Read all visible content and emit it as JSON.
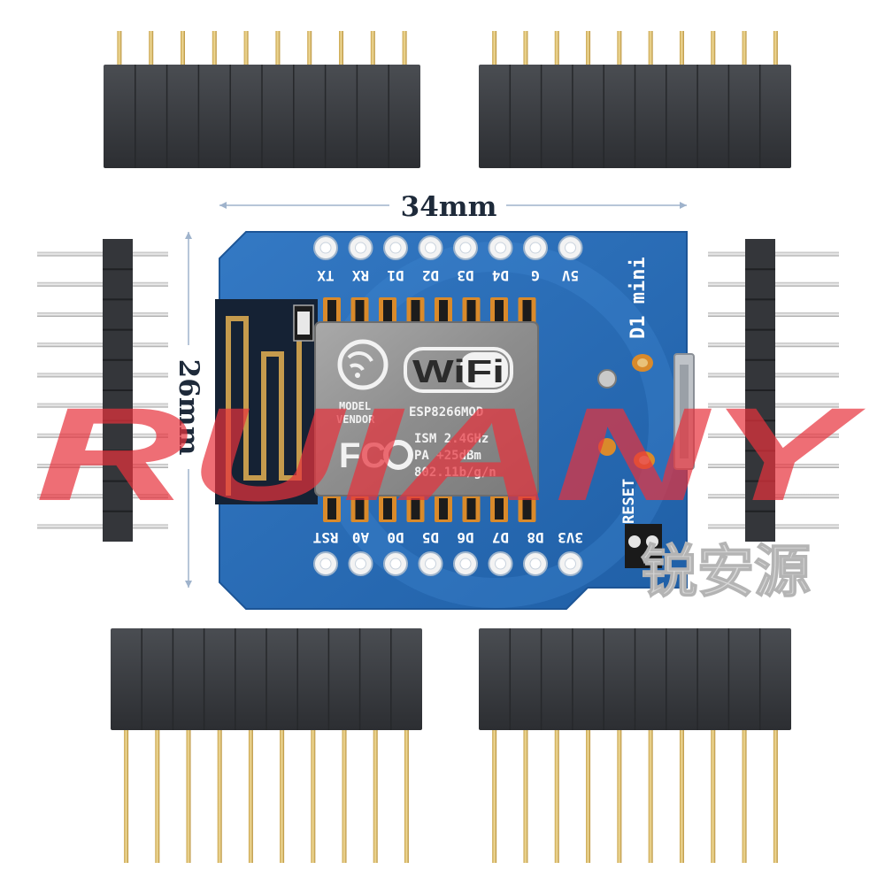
{
  "dimensions": {
    "width_label": "34mm",
    "height_label": "26mm"
  },
  "board": {
    "model_label": "D1 mini",
    "reset_label": "RESET",
    "top_pins": [
      "TX",
      "RX",
      "D1",
      "D2",
      "D3",
      "D4",
      "G",
      "5V"
    ],
    "bottom_pins": [
      "RST",
      "A0",
      "D0",
      "D5",
      "D6",
      "D7",
      "D8",
      "3V3"
    ],
    "colors": {
      "pcb": "#2a6fb8",
      "pcb_edge": "#1d5596",
      "shield": "#8a8a8a",
      "pad": "#d98a2b",
      "header": "#3a3d42"
    }
  },
  "module": {
    "wifi_logo": "WiFi",
    "part_number": "ESP8266MOD",
    "model_label": "MODEL",
    "vendor_label": "VENDOR",
    "fcc_logo": "FC",
    "specs": [
      "ISM 2.4GHz",
      "PA  +25dBm",
      "802.11b/g/n"
    ]
  },
  "watermark": {
    "brand": "RUIANY",
    "chinese_brand": "锐安源",
    "color": "#e8323c"
  }
}
